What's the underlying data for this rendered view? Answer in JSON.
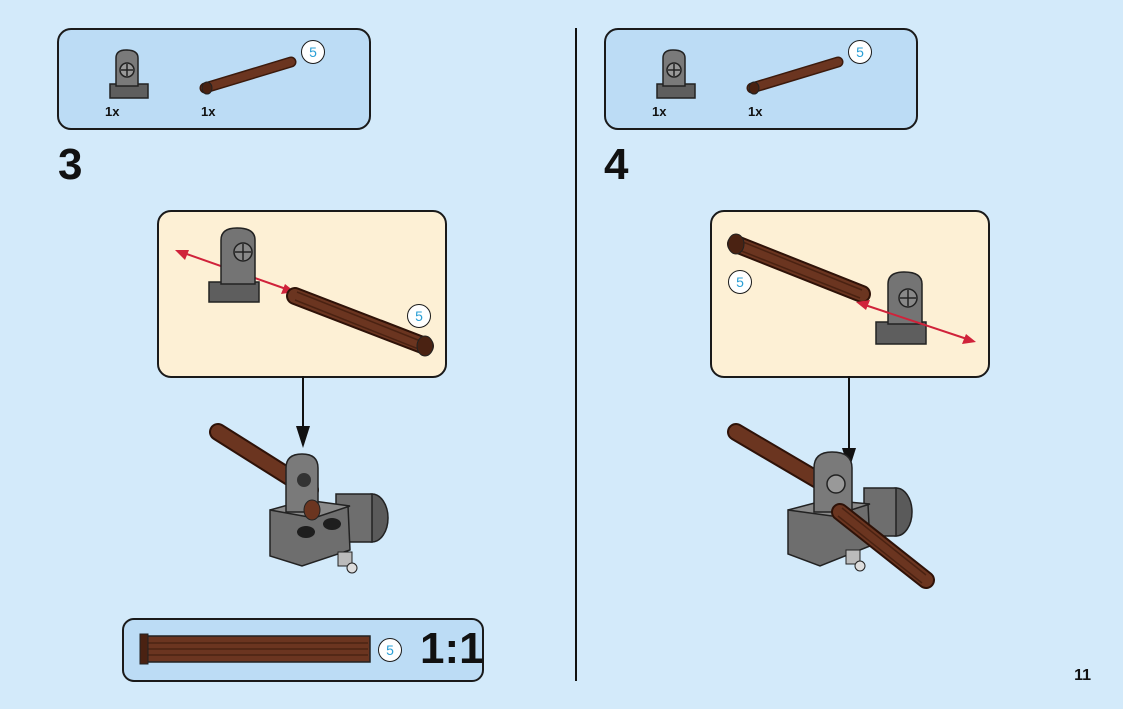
{
  "steps": [
    {
      "number": "3",
      "parts": [
        {
          "name": "gray-pin-connector",
          "qty": "1x"
        },
        {
          "name": "brown-axle-5",
          "qty": "1x",
          "length_badge": "5"
        }
      ],
      "callout_badge": "5"
    },
    {
      "number": "4",
      "parts": [
        {
          "name": "gray-pin-connector",
          "qty": "1x"
        },
        {
          "name": "brown-axle-5",
          "qty": "1x",
          "length_badge": "5"
        }
      ],
      "callout_badge": "5"
    }
  ],
  "scale_reference": {
    "badge": "5",
    "label": "1:1"
  },
  "page_number": "11",
  "colors": {
    "background": "#d3eafa",
    "parts_box": "#bcdcf5",
    "callout": "#fdf0d5",
    "axle_brown": "#6b3520",
    "brick_gray": "#6e6e6e",
    "arrow_red": "#d0223a",
    "badge_text": "#2a9fd6"
  }
}
